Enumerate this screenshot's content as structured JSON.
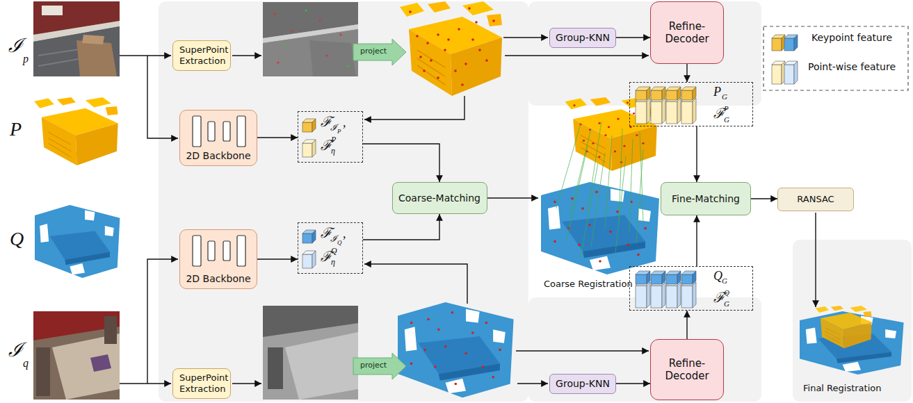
{
  "diagram": {
    "nodes": [
      {
        "text": [
          "SuperPoint Extraction"
        ]
      },
      {
        "text": [
          "Group-KNN"
        ]
      },
      {
        "text": [
          "Refine-Decoder"
        ]
      },
      {
        "text": [
          "P",
          "G",
          "ℱ",
          "P",
          "G"
        ]
      },
      {
        "text": [
          "2D Backbone"
        ]
      },
      {
        "text": [
          "ℱ",
          "ℐ",
          "P",
          ",",
          "ℱ",
          "P",
          "η"
        ]
      },
      {
        "text": [
          "Coarse-Matching"
        ]
      },
      {
        "text": [
          "Fine-Matching"
        ]
      },
      {
        "text": [
          "RANSAC"
        ]
      },
      {
        "text": [
          "ℱ",
          "ℐ",
          "Q",
          ",",
          "ℱ",
          "Q",
          "η"
        ]
      },
      {
        "text": [
          "2D Backbone"
        ]
      },
      {
        "text": [
          "Q",
          "G",
          "ℱ",
          "Q",
          "G"
        ]
      },
      {
        "text": [
          "Refine-Decoder"
        ]
      },
      {
        "text": [
          "Group-KNN"
        ]
      },
      {
        "text": [
          "SuperPoint Extraction"
        ]
      }
    ],
    "edges": [
      {
        "from": 1,
        "to": 2,
        "arrow": "to"
      },
      {
        "from": 2,
        "to": 3,
        "arrow": "to"
      },
      {
        "from": 3,
        "to": 7,
        "arrow": "to"
      },
      {
        "from": 4,
        "to": 5,
        "arrow": "to"
      },
      {
        "from": 5,
        "to": 6,
        "arrow": "to"
      },
      {
        "from": 9,
        "to": 6,
        "arrow": "to"
      },
      {
        "from": 10,
        "to": 9,
        "arrow": "to"
      },
      {
        "from": 7,
        "to": 8,
        "arrow": "to"
      },
      {
        "from": 11,
        "to": 7,
        "arrow": "to"
      },
      {
        "from": 12,
        "to": 11,
        "arrow": "to"
      },
      {
        "from": 13,
        "to": 12,
        "arrow": "to"
      }
    ],
    "labels": [
      "ℐ",
      "p",
      "P",
      "Q",
      "ℐ",
      "q",
      "project",
      "project",
      "Coarse Registration",
      "Final Registration"
    ],
    "legend": [
      {
        "text": "Keypoint feature"
      },
      {
        "text": "Point-wise feature"
      }
    ]
  }
}
